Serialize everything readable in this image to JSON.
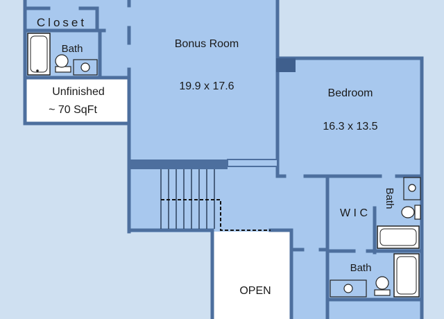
{
  "colors": {
    "background": "#cfe0f1",
    "room_fill": "#a8c8ee",
    "wall": "#4d6f9e",
    "wall_dark": "#3f5f8d",
    "fixture_fill": "#ffffff",
    "text": "#1a1a1a"
  },
  "rooms": {
    "closet": {
      "name": "Closet"
    },
    "bath_top_left": {
      "name": "Bath"
    },
    "unfinished": {
      "name": "Unfinished",
      "area": "~ 70 SqFt"
    },
    "bonus_room": {
      "name": "Bonus Room",
      "size": "19.9 x 17.6"
    },
    "bedroom": {
      "name": "Bedroom",
      "size": "16.3 x 13.5"
    },
    "wic": {
      "name": "W I C"
    },
    "bath_right_vertical": {
      "name": "Bath"
    },
    "bath_bottom_right": {
      "name": "Bath"
    },
    "open": {
      "name": "OPEN"
    }
  },
  "fixtures": [
    "bathtub",
    "toilet",
    "sink"
  ]
}
